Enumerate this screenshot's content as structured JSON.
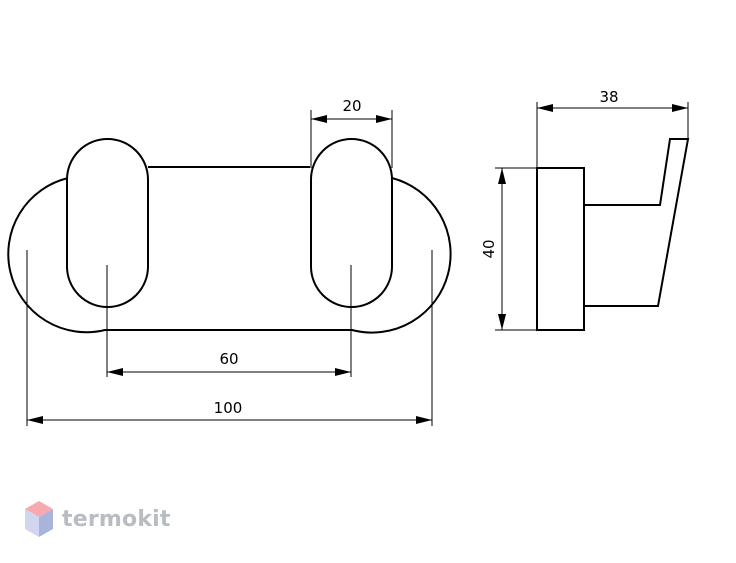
{
  "dimensions": {
    "front_width": "100",
    "hook_spacing": "60",
    "hook_width": "20",
    "side_height": "40",
    "side_depth": "38"
  },
  "brand": {
    "name": "termokit",
    "colors": {
      "top": "#f6a9ae",
      "left": "#cfd6ee",
      "right": "#a9b4dc",
      "text": "#b8bcc3"
    }
  }
}
